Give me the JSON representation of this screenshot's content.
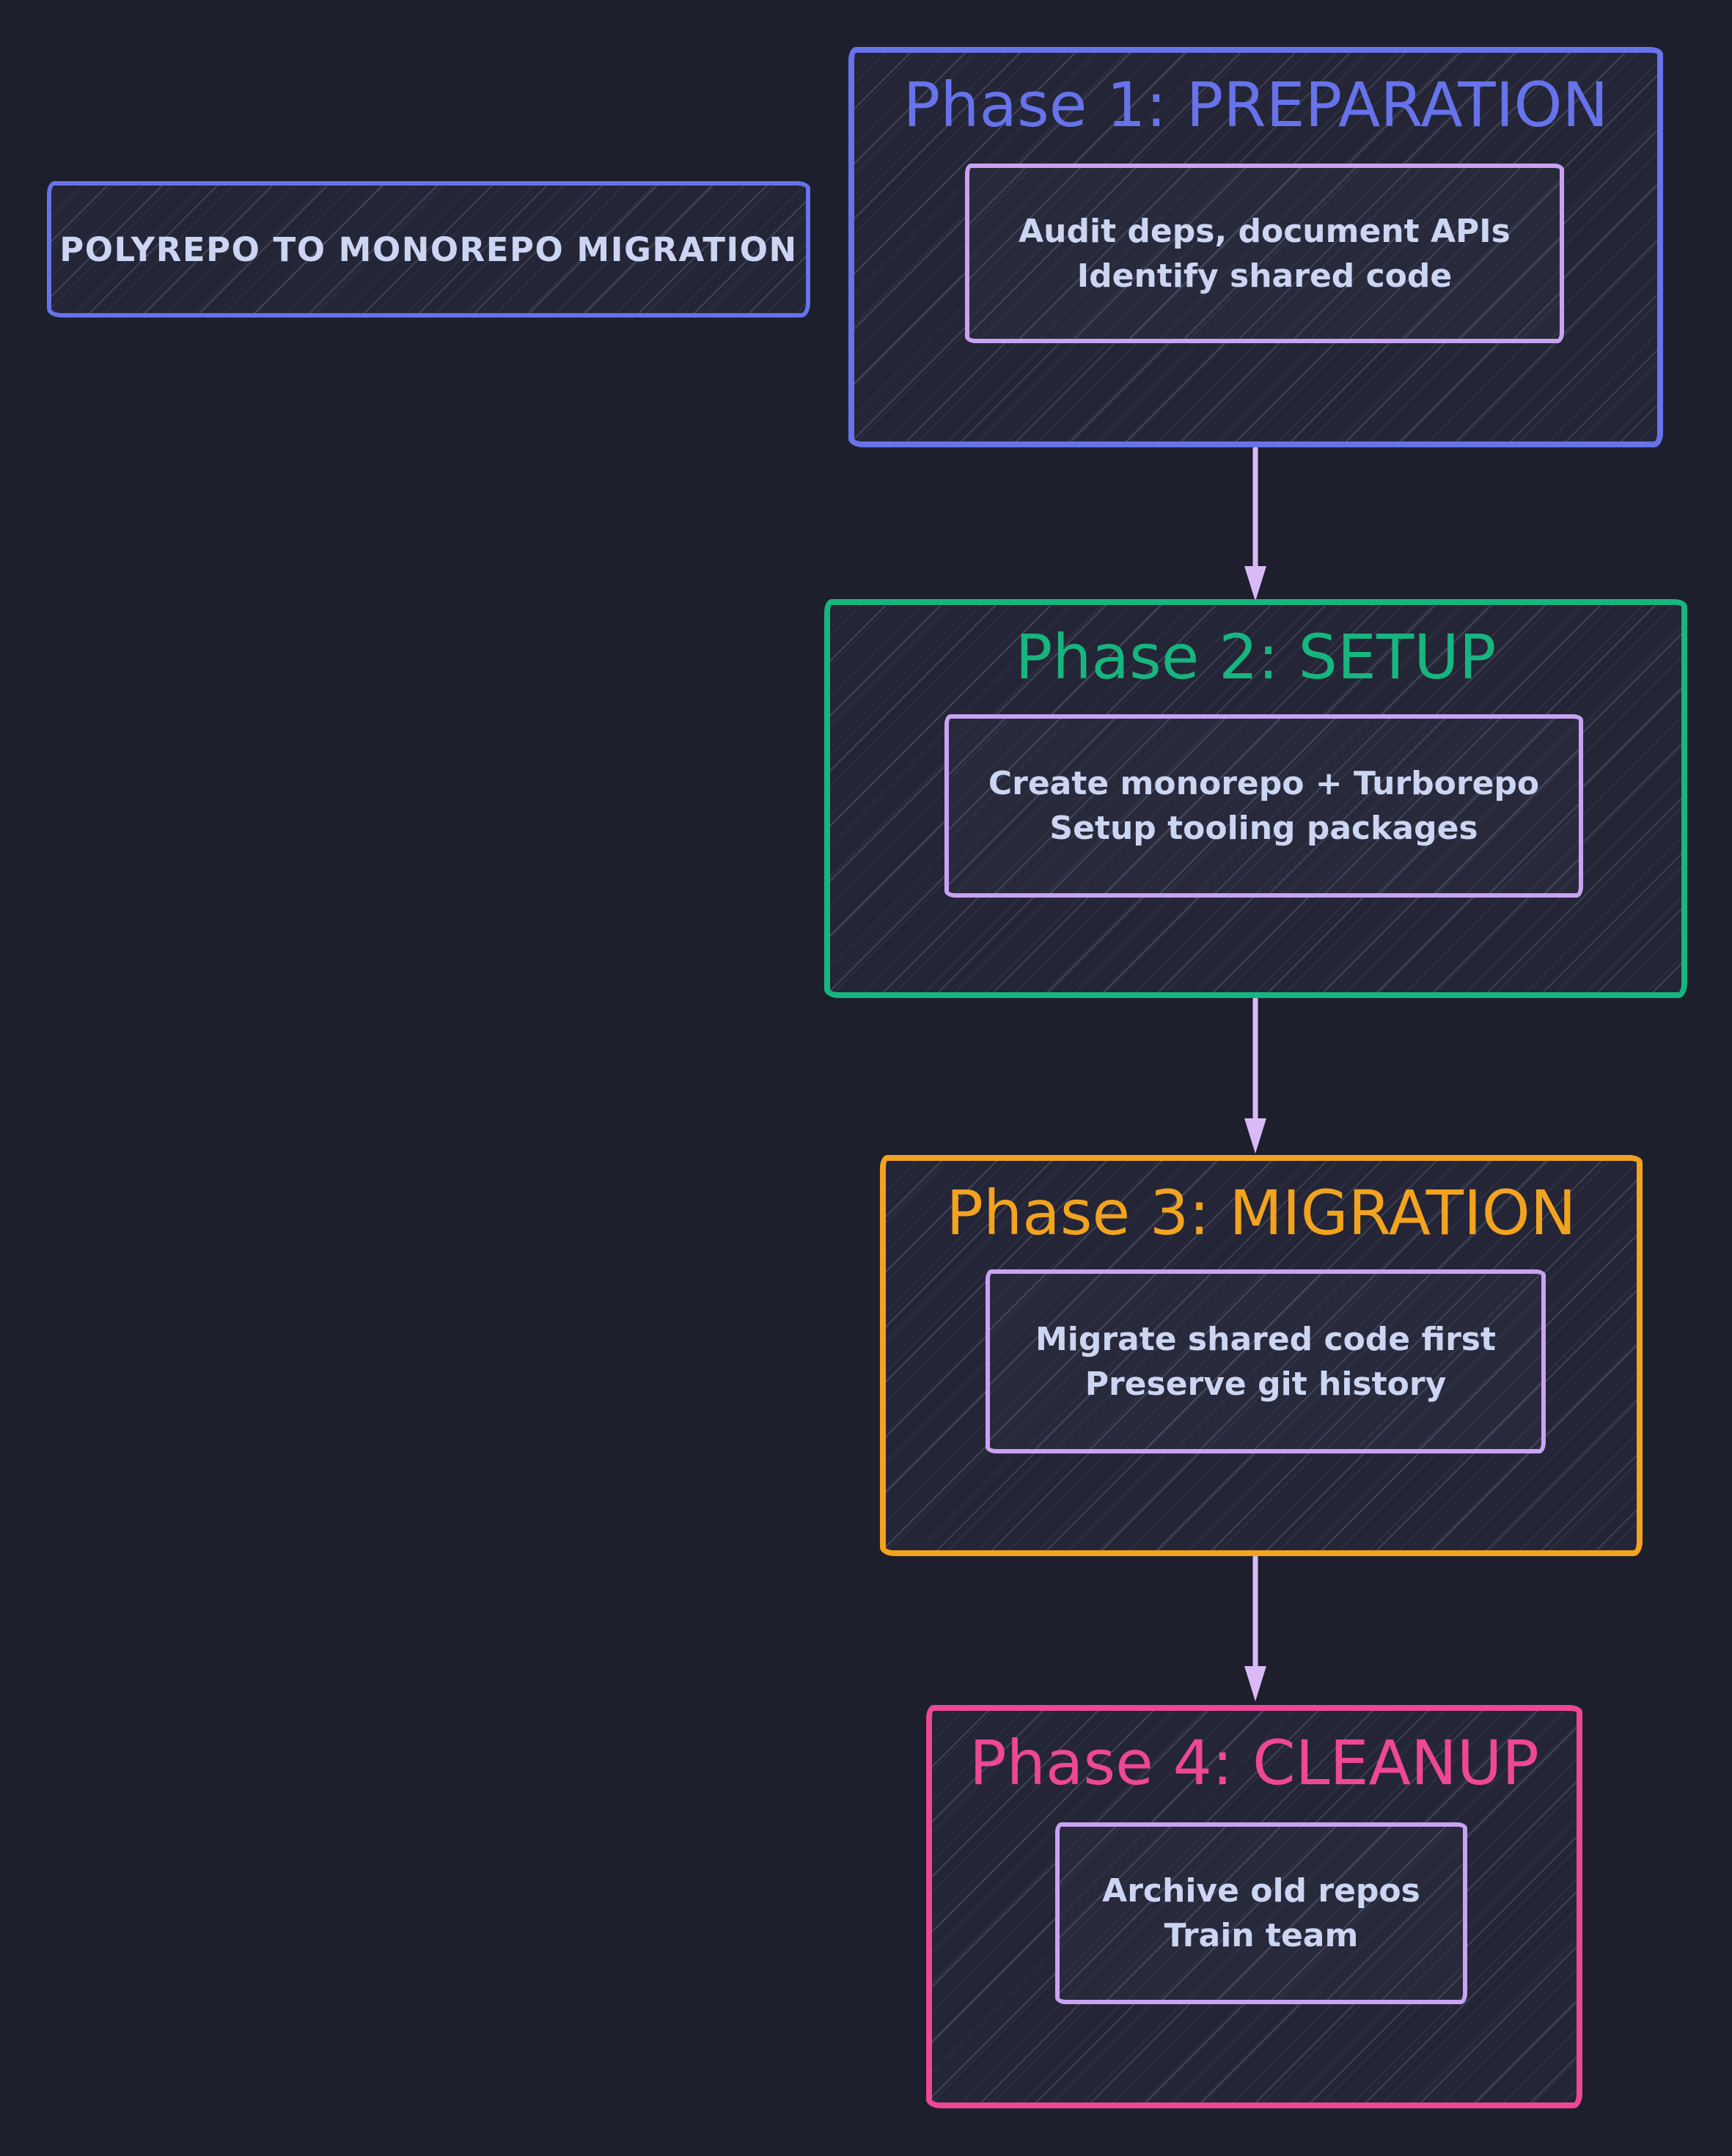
{
  "canvas": {
    "background": "#1e1f2d",
    "shape_fill": "#242536",
    "inner_fill": "#282a3b",
    "hatch_line": "#aab2d6"
  },
  "colors": {
    "arrow": "#d9baf7",
    "inner_border": "#c9a3f2",
    "body_text": "#ccd5f2"
  },
  "title_box": {
    "label": "POLYREPO TO MONOREPO MIGRATION",
    "border": "#6673ea"
  },
  "phases": [
    {
      "title": "Phase 1: PREPARATION",
      "accent": "#6673ea",
      "lines": [
        "Audit deps, document APIs",
        "Identify shared code"
      ]
    },
    {
      "title": "Phase 2: SETUP",
      "accent": "#17b57f",
      "lines": [
        "Create monorepo + Turborepo",
        "Setup tooling packages"
      ]
    },
    {
      "title": "Phase 3: MIGRATION",
      "accent": "#f2a31f",
      "lines": [
        "Migrate shared code first",
        "Preserve git history"
      ]
    },
    {
      "title": "Phase 4: CLEANUP",
      "accent": "#ee4796",
      "lines": [
        "Archive old repos",
        "Train team"
      ]
    }
  ],
  "arrows": [
    {
      "from": "Phase 1: PREPARATION",
      "to": "Phase 2: SETUP"
    },
    {
      "from": "Phase 2: SETUP",
      "to": "Phase 3: MIGRATION"
    },
    {
      "from": "Phase 3: MIGRATION",
      "to": "Phase 4: CLEANUP"
    }
  ]
}
